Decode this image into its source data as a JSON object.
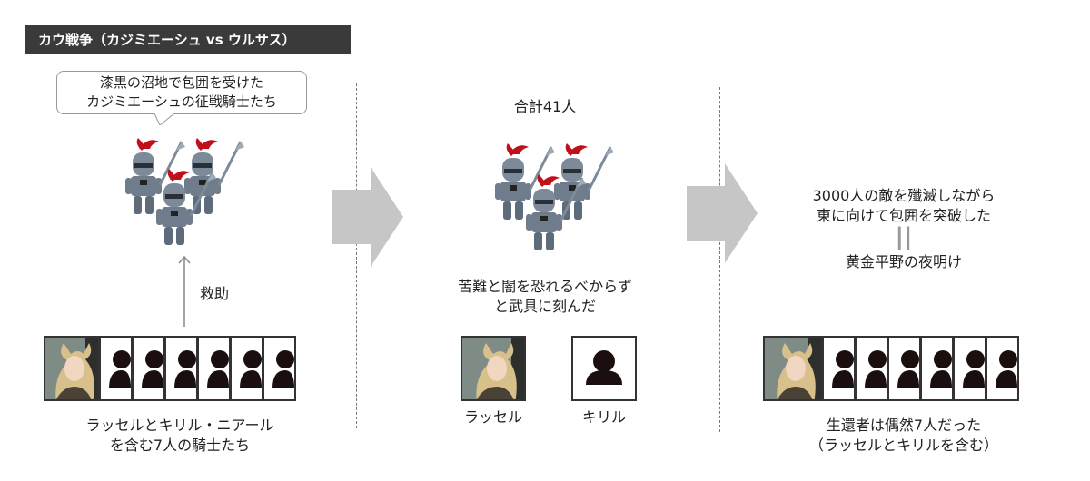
{
  "header": {
    "title": "カウ戦争（カジミエーシュ vs ウルサス）"
  },
  "panel1": {
    "bubble_line1": "漆黒の沼地で包囲を受けた",
    "bubble_line2": "カジミエーシュの征戦騎士たち",
    "rescue_label": "救助",
    "caption_line1": "ラッセルとキリル・ニアール",
    "caption_line2": "を含む7人の騎士たち"
  },
  "panel2": {
    "total_label": "合計41人",
    "quote_line1": "苦難と闇を恐れるべからず",
    "quote_line2": "と武具に刻んだ",
    "name_russell": "ラッセル",
    "name_kirill": "キリル"
  },
  "panel3": {
    "line1": "3000人の敵を殲滅しながら",
    "line2": "東に向けて包囲を突破した",
    "equals": "||",
    "dawn_label": "黄金平野の夜明け",
    "caption_line1": "生還者は偶然7人だった",
    "caption_line2": "（ラッセルとキリルを含む）"
  },
  "colors": {
    "header_bg": "#3a3a3a",
    "arrow": "#c6c6c6",
    "plume": "#c0111a",
    "armor": "#7c8a9a"
  },
  "icons": [
    "knight-group-icon",
    "person-silhouette-icon",
    "portrait-photo",
    "arrow-right-icon",
    "arrow-up-icon"
  ]
}
